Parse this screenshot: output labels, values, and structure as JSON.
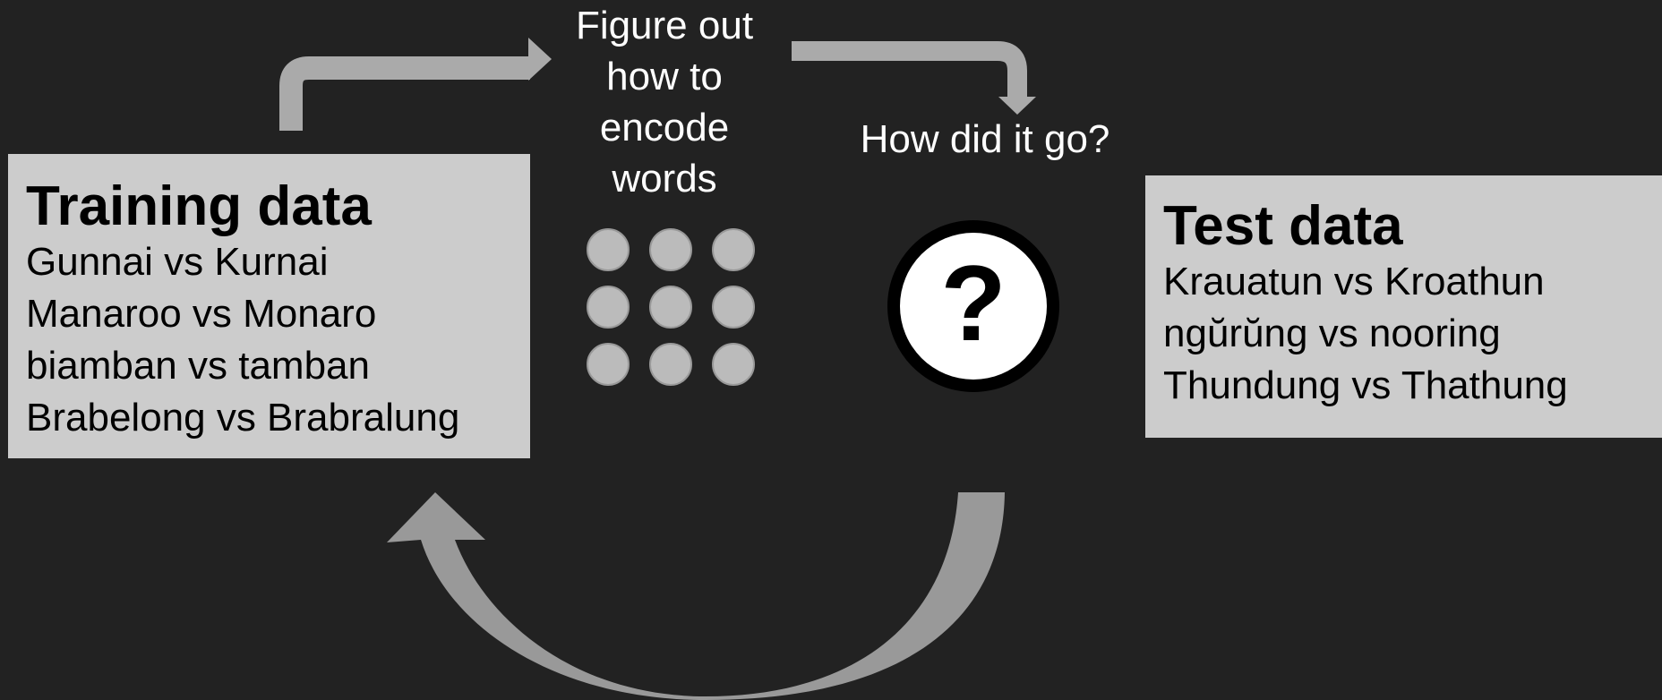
{
  "training": {
    "title": "Training data",
    "lines": [
      "Gunnai vs Kurnai",
      "Manaroo vs Monaro",
      "biamban vs tamban",
      "Brabelong vs Brabralung"
    ]
  },
  "test": {
    "title": "Test data",
    "lines": [
      "Krauatun vs Kroathun",
      "ngŭrŭng vs nooring",
      "Thundung vs Thathung"
    ]
  },
  "steps": {
    "encode_label": "Figure out how to encode words",
    "evaluate_label": "How did it go?"
  },
  "icons": {
    "encoding_grid": "nine-dot-grid-icon",
    "evaluation": "question-mark-icon",
    "arrows": "curved-arrow-icon"
  },
  "colors": {
    "background": "#222222",
    "box": "#cccccc",
    "arrow": "#aaaaaa",
    "dot": "#bbbbbb"
  }
}
